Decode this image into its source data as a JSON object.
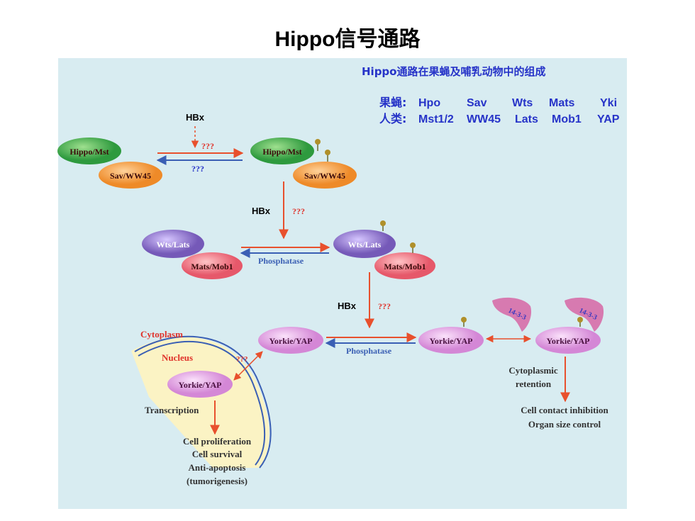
{
  "title": "Hippo信号通路",
  "info": {
    "heading": "Hippo通路在果蝇及哺乳动物中的组成",
    "fly_label": "果蝇:",
    "fly": [
      "Hpo",
      "Sav",
      "Wts",
      "Mats",
      "Yki"
    ],
    "human_label": "人类:",
    "human": [
      "Mst1/2",
      "WW45",
      "Lats",
      "Mob1",
      "YAP"
    ]
  },
  "nodes": {
    "hippo_mst": "Hippo/Mst",
    "sav_ww45": "Sav/WW45",
    "wts_lats": "Wts/Lats",
    "mats_mob1": "Mats/Mob1",
    "yorkie_yap": "Yorkie/YAP",
    "p": "P",
    "p14": "14-3-3"
  },
  "labels": {
    "hbx": "HBx",
    "unknown": "???",
    "phosphatase": "Phosphatase",
    "cytoplasm": "Cytoplasm",
    "nucleus": "Nucleus",
    "transcription": "Transcription",
    "cyto_retention_1": "Cytoplasmic",
    "cyto_retention_2": "retention",
    "contact_inhibition": "Cell contact inhibition",
    "organ_size": "Organ size control",
    "outcome_1": "Cell proliferation",
    "outcome_2": "Cell survival",
    "outcome_3": "Anti-apoptosis",
    "outcome_4": "(tumorigenesis)"
  },
  "colors": {
    "background": "#d8ecf1",
    "green": "#3fa84a",
    "orange": "#f39a3c",
    "purple": "#8a6bc0",
    "pink": "#ee6c78",
    "lavender": "#d98bd6",
    "arrow_red": "#e8502d",
    "arrow_blue": "#3a5fb4",
    "text_blue": "#2633c8",
    "text_red": "#e0332b",
    "nucleus_fill": "#fbf3c4"
  }
}
